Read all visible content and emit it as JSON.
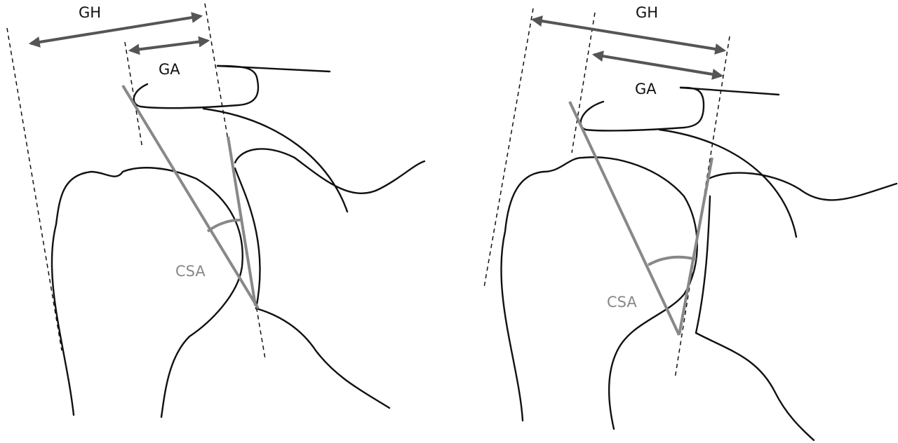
{
  "panels": [
    {
      "gh_label": "GH",
      "ga_label": "GA",
      "csa_label": "CSA"
    },
    {
      "gh_label": "GH",
      "ga_label": "GA",
      "csa_label": "CSA"
    }
  ],
  "colors": {
    "ink": "#111111",
    "arrow": "#555555",
    "angle": "#888888"
  }
}
